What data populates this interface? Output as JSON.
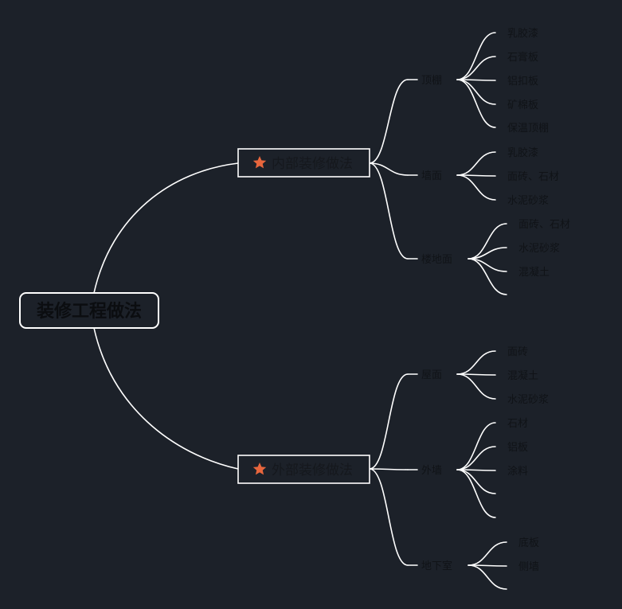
{
  "colors": {
    "background": "#1c2129",
    "line": "#ffffff",
    "star": "#e8663d",
    "text": "#101317"
  },
  "root": {
    "label": "装修工程做法"
  },
  "branches": [
    {
      "label": "内部装修做法",
      "icon": "star-icon",
      "children": [
        {
          "label": "顶棚",
          "children": [
            "乳胶漆",
            "石膏板",
            "铝扣板",
            "矿棉板",
            "保温顶棚"
          ]
        },
        {
          "label": "墙面",
          "children": [
            "乳胶漆",
            "面砖、石材",
            "水泥砂浆"
          ]
        },
        {
          "label": "楼地面",
          "children": [
            "面砖、石材",
            "水泥砂浆",
            "混凝土",
            ""
          ]
        }
      ]
    },
    {
      "label": "外部装修做法",
      "icon": "star-icon",
      "children": [
        {
          "label": "屋面",
          "children": [
            "面砖",
            "混凝土",
            "水泥砂浆"
          ]
        },
        {
          "label": "外墙",
          "children": [
            "石材",
            "铝板",
            "涂料",
            "",
            ""
          ]
        },
        {
          "label": "地下室",
          "children": [
            "底板",
            "侧墙",
            ""
          ]
        }
      ]
    }
  ]
}
